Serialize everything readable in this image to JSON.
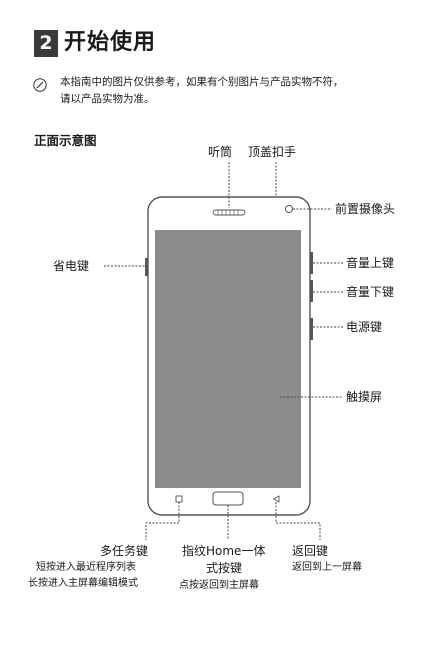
{
  "section": {
    "number": "2",
    "title": "开始使用"
  },
  "note": {
    "icon": "pencil-icon",
    "lines": [
      "本指南中的图片仅供参考，如果有个别图片与产品实物不符，",
      "请以产品实物为准。"
    ]
  },
  "figure": {
    "title": "正面示意图",
    "labels": {
      "earpiece": "听筒",
      "top_clip": "顶盖扣手",
      "front_camera": "前置摄像头",
      "power_saving_key": "省电键",
      "volume_up": "音量上键",
      "volume_down": "音量下键",
      "power_key": "电源键",
      "touchscreen": "触摸屏",
      "multitask_key": "多任务键",
      "multitask_desc_1": "短按进入最近程序列表",
      "multitask_desc_2": "长按进入主屏幕编辑模式",
      "home_key_1": "指纹Home一体",
      "home_key_2": "式按键",
      "home_desc": "点按返回到主屏幕",
      "back_key": "返回键",
      "back_desc": "返回到上一屏幕"
    }
  }
}
